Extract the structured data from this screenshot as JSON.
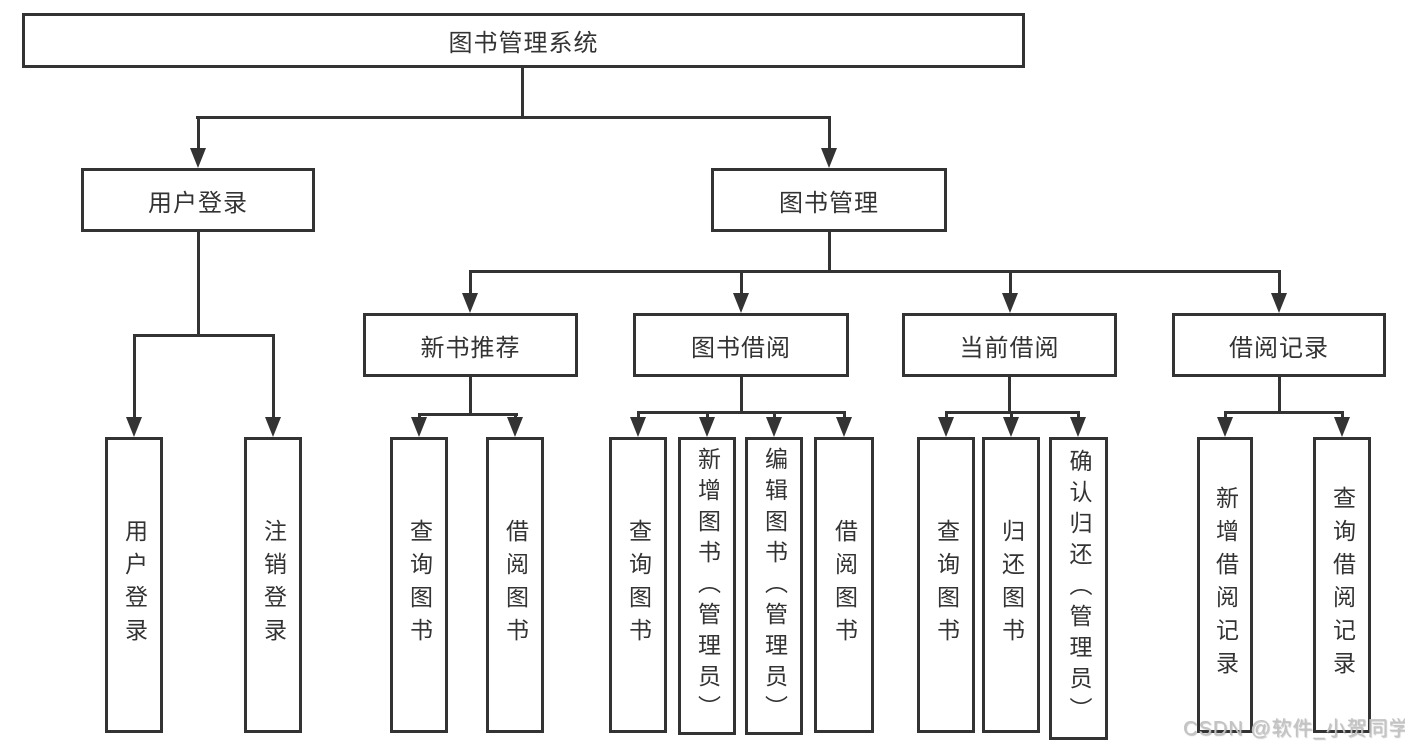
{
  "diagram_title": "图书管理系统",
  "watermark": "CSDN @软件_小贺同学",
  "colors": {
    "line": "#333333",
    "box_background": "#ffffff",
    "watermark": "#c3c3c3"
  },
  "tree": {
    "label": "图书管理系统",
    "children": [
      {
        "label": "用户登录",
        "children": [
          {
            "label": "用户登录"
          },
          {
            "label": "注销登录"
          }
        ]
      },
      {
        "label": "图书管理",
        "children": [
          {
            "label": "新书推荐",
            "children": [
              {
                "label": "查询图书"
              },
              {
                "label": "借阅图书"
              }
            ]
          },
          {
            "label": "图书借阅",
            "children": [
              {
                "label": "查询图书"
              },
              {
                "label": "新增图书（管理员）"
              },
              {
                "label": "编辑图书（管理员）"
              },
              {
                "label": "借阅图书"
              }
            ]
          },
          {
            "label": "当前借阅",
            "children": [
              {
                "label": "查询图书"
              },
              {
                "label": "归还图书"
              },
              {
                "label": "确认归还（管理员）"
              }
            ]
          },
          {
            "label": "借阅记录",
            "children": [
              {
                "label": "新增借阅记录"
              },
              {
                "label": "查询借阅记录"
              }
            ]
          }
        ]
      }
    ]
  }
}
